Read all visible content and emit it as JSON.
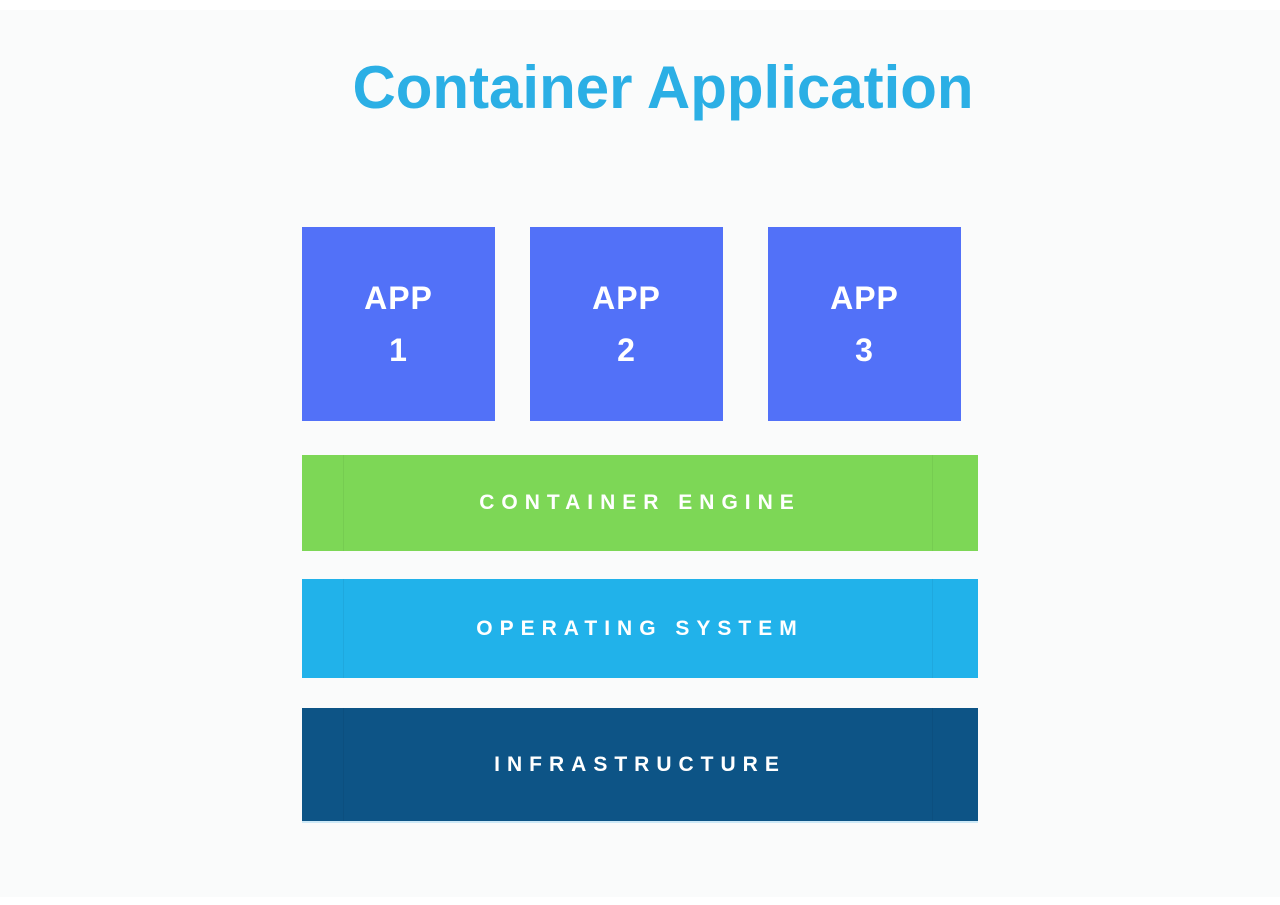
{
  "page": {
    "background": "#fafbfb"
  },
  "title": {
    "text": "Container Application",
    "color": "#2bafe5"
  },
  "diagram": {
    "app_box_color": "#5271f8",
    "app_text_color": "#ffffff",
    "apps": [
      {
        "label": "APP",
        "number": "1"
      },
      {
        "label": "APP",
        "number": "2"
      },
      {
        "label": "APP",
        "number": "3"
      }
    ],
    "layers": [
      {
        "label": "CONTAINER ENGINE",
        "color": "#7dd756"
      },
      {
        "label": "OPERATING SYSTEM",
        "color": "#21b2ea"
      },
      {
        "label": "INFRASTRUCTURE",
        "color": "#0d5486"
      }
    ]
  }
}
